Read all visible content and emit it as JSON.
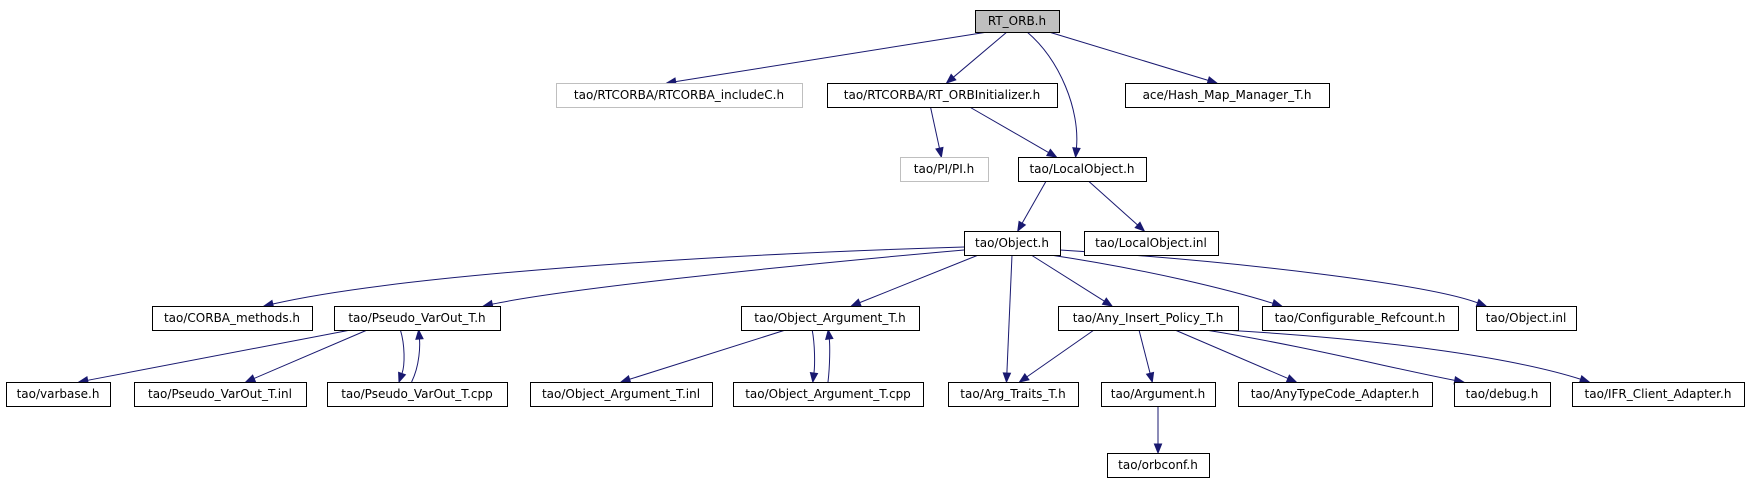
{
  "colors": {
    "edge": "#191970",
    "root_fill": "#bfbfbf",
    "node_border": "#000000",
    "external_border": "#bfbfbf",
    "node_fill": "#ffffff",
    "external_text": "#000000"
  },
  "diagram": {
    "nodes": [
      {
        "id": "rt_orb",
        "label": "RT_ORB.h",
        "kind": "root"
      },
      {
        "id": "rtcorba_includec",
        "label": "tao/RTCORBA/RTCORBA_includeC.h",
        "kind": "external"
      },
      {
        "id": "rt_orbinitializer",
        "label": "tao/RTCORBA/RT_ORBInitializer.h",
        "kind": "normal"
      },
      {
        "id": "hash_map_manager",
        "label": "ace/Hash_Map_Manager_T.h",
        "kind": "normal"
      },
      {
        "id": "pi",
        "label": "tao/PI/PI.h",
        "kind": "external"
      },
      {
        "id": "localobject",
        "label": "tao/LocalObject.h",
        "kind": "normal"
      },
      {
        "id": "object",
        "label": "tao/Object.h",
        "kind": "normal"
      },
      {
        "id": "localobject_inl",
        "label": "tao/LocalObject.inl",
        "kind": "normal"
      },
      {
        "id": "corba_methods",
        "label": "tao/CORBA_methods.h",
        "kind": "normal"
      },
      {
        "id": "pseudo_varout",
        "label": "tao/Pseudo_VarOut_T.h",
        "kind": "normal"
      },
      {
        "id": "object_argument",
        "label": "tao/Object_Argument_T.h",
        "kind": "normal"
      },
      {
        "id": "any_insert",
        "label": "tao/Any_Insert_Policy_T.h",
        "kind": "normal"
      },
      {
        "id": "configurable_refcount",
        "label": "tao/Configurable_Refcount.h",
        "kind": "normal"
      },
      {
        "id": "object_inl",
        "label": "tao/Object.inl",
        "kind": "normal"
      },
      {
        "id": "varbase",
        "label": "tao/varbase.h",
        "kind": "normal"
      },
      {
        "id": "pseudo_varout_inl",
        "label": "tao/Pseudo_VarOut_T.inl",
        "kind": "normal"
      },
      {
        "id": "pseudo_varout_cpp",
        "label": "tao/Pseudo_VarOut_T.cpp",
        "kind": "normal"
      },
      {
        "id": "object_argument_inl",
        "label": "tao/Object_Argument_T.inl",
        "kind": "normal"
      },
      {
        "id": "object_argument_cpp",
        "label": "tao/Object_Argument_T.cpp",
        "kind": "normal"
      },
      {
        "id": "arg_traits",
        "label": "tao/Arg_Traits_T.h",
        "kind": "normal"
      },
      {
        "id": "argument",
        "label": "tao/Argument.h",
        "kind": "normal"
      },
      {
        "id": "anytypecode_adapter",
        "label": "tao/AnyTypeCode_Adapter.h",
        "kind": "normal"
      },
      {
        "id": "debug",
        "label": "tao/debug.h",
        "kind": "normal"
      },
      {
        "id": "ifr_client_adapter",
        "label": "tao/IFR_Client_Adapter.h",
        "kind": "normal"
      },
      {
        "id": "orbconf",
        "label": "tao/orbconf.h",
        "kind": "normal"
      }
    ],
    "edges": [
      {
        "from": "rt_orb",
        "to": "rtcorba_includec"
      },
      {
        "from": "rt_orb",
        "to": "rt_orbinitializer"
      },
      {
        "from": "rt_orb",
        "to": "localobject"
      },
      {
        "from": "rt_orb",
        "to": "hash_map_manager"
      },
      {
        "from": "rt_orbinitializer",
        "to": "pi"
      },
      {
        "from": "rt_orbinitializer",
        "to": "localobject"
      },
      {
        "from": "localobject",
        "to": "object"
      },
      {
        "from": "localobject",
        "to": "localobject_inl"
      },
      {
        "from": "object",
        "to": "corba_methods"
      },
      {
        "from": "object",
        "to": "pseudo_varout"
      },
      {
        "from": "object",
        "to": "object_argument"
      },
      {
        "from": "object",
        "to": "arg_traits"
      },
      {
        "from": "object",
        "to": "any_insert"
      },
      {
        "from": "object",
        "to": "configurable_refcount"
      },
      {
        "from": "object",
        "to": "object_inl"
      },
      {
        "from": "pseudo_varout",
        "to": "varbase"
      },
      {
        "from": "pseudo_varout",
        "to": "pseudo_varout_inl"
      },
      {
        "from": "pseudo_varout",
        "to": "pseudo_varout_cpp"
      },
      {
        "from": "pseudo_varout_cpp",
        "to": "pseudo_varout"
      },
      {
        "from": "object_argument",
        "to": "object_argument_inl"
      },
      {
        "from": "object_argument",
        "to": "object_argument_cpp"
      },
      {
        "from": "object_argument_cpp",
        "to": "object_argument"
      },
      {
        "from": "any_insert",
        "to": "arg_traits"
      },
      {
        "from": "any_insert",
        "to": "argument"
      },
      {
        "from": "any_insert",
        "to": "anytypecode_adapter"
      },
      {
        "from": "any_insert",
        "to": "debug"
      },
      {
        "from": "any_insert",
        "to": "ifr_client_adapter"
      },
      {
        "from": "argument",
        "to": "orbconf"
      }
    ]
  }
}
